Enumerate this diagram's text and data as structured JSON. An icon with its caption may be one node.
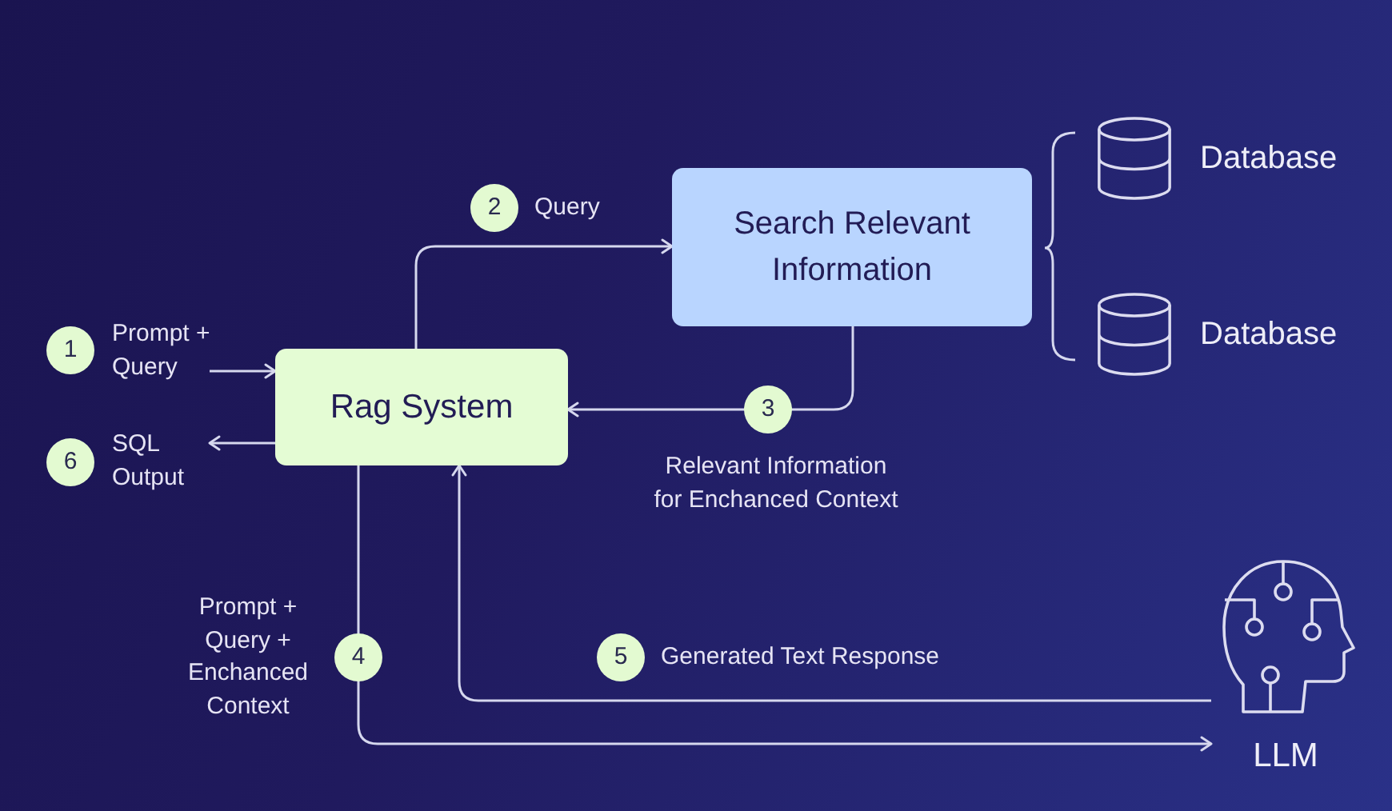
{
  "diagram": {
    "nodes": [
      {
        "text": [
          "Rag System"
        ]
      },
      {
        "text": [
          "Search Relevant Information"
        ]
      },
      {
        "text": [
          "Database"
        ]
      },
      {
        "text": [
          "Database"
        ]
      },
      {
        "text": [
          "LLM"
        ]
      }
    ],
    "edges": [
      {
        "from": null,
        "to": 0,
        "arrow": "to",
        "label": "Prompt + Query"
      },
      {
        "from": 0,
        "to": 1,
        "arrow": "to",
        "label": "Query"
      },
      {
        "from": 1,
        "to": 0,
        "arrow": "to",
        "label": "Relevant Information for Enchanced Context"
      },
      {
        "from": 0,
        "to": 4,
        "arrow": "to",
        "label": "Prompt + Query + Enchanced Context"
      },
      {
        "from": 4,
        "to": 0,
        "arrow": "to",
        "label": "Generated Text Response"
      },
      {
        "from": 0,
        "to": null,
        "arrow": "to",
        "label": "SQL Output"
      }
    ],
    "labels": [
      "2",
      "1",
      "3",
      "6",
      "4",
      "5"
    ]
  }
}
